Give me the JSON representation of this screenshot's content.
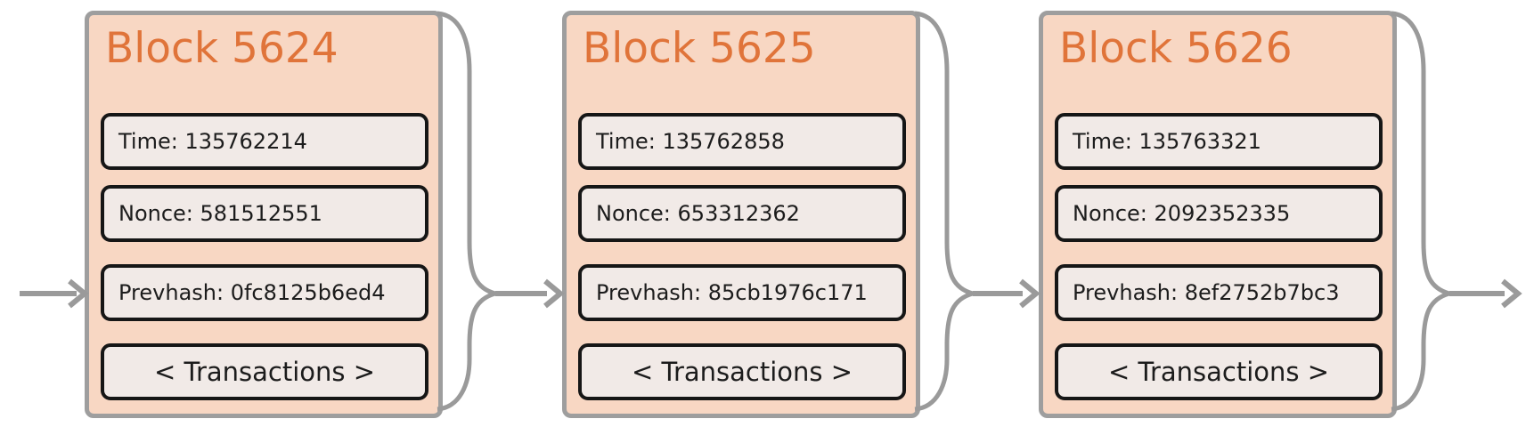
{
  "diagram": {
    "type": "blockchain-chain-diagram",
    "colors": {
      "background": "#ffffff",
      "block_fill": "#f8d7c3",
      "block_border": "#9e9e9e",
      "field_fill": "#f1eae7",
      "field_border": "#161616",
      "title_orange": "#e0743a",
      "connector_gray": "#9a9a9a",
      "text_dark": "#1c1c1c"
    },
    "blocks": [
      {
        "title": "Block 5624",
        "fields": [
          {
            "name": "time",
            "text": "Time: 135762214"
          },
          {
            "name": "nonce",
            "text": "Nonce: 581512551"
          },
          {
            "name": "prevhash",
            "text": "Prevhash: 0fc8125b6ed4"
          },
          {
            "name": "transactions",
            "text": "< Transactions >"
          }
        ]
      },
      {
        "title": "Block 5625",
        "fields": [
          {
            "name": "time",
            "text": "Time: 135762858"
          },
          {
            "name": "nonce",
            "text": "Nonce: 653312362"
          },
          {
            "name": "prevhash",
            "text": "Prevhash: 85cb1976c171"
          },
          {
            "name": "transactions",
            "text": "< Transactions >"
          }
        ]
      },
      {
        "title": "Block 5626",
        "fields": [
          {
            "name": "time",
            "text": "Time: 135763321"
          },
          {
            "name": "nonce",
            "text": "Nonce: 2092352335"
          },
          {
            "name": "prevhash",
            "text": "Prevhash: 8ef2752b7bc3"
          },
          {
            "name": "transactions",
            "text": "< Transactions >"
          }
        ]
      }
    ],
    "connectors": [
      {
        "name": "incoming-chain-arrow"
      },
      {
        "name": "hash-link-5624-to-5625"
      },
      {
        "name": "hash-link-5625-to-5626"
      },
      {
        "name": "outgoing-chain-arrow"
      }
    ]
  }
}
